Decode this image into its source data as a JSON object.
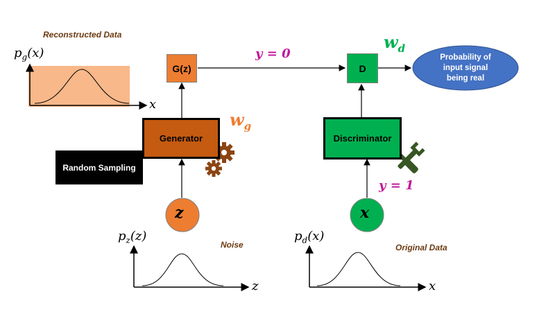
{
  "labels": {
    "reconstructed_data": "Reconstructed Data",
    "noise": "Noise",
    "original_data": "Original Data"
  },
  "boxes": {
    "gz": "G(z)",
    "d": "D",
    "generator": "Generator",
    "discriminator": "Discriminator",
    "random_sampling": "Random Sampling",
    "output_line1": "Probability of",
    "output_line2": "input signal",
    "output_line3": "being real"
  },
  "math": {
    "pg_main": "p",
    "pg_sub": "g",
    "pg_arg": "(x)",
    "pz_main": "p",
    "pz_sub": "z",
    "pz_arg": "(z)",
    "pd_main": "p",
    "pd_sub": "d",
    "pd_arg": "(x)",
    "x_axis_top": "x",
    "z_axis": "z",
    "x_axis_bottom": "x",
    "y0": "y = 0",
    "y1": "y = 1",
    "wg_main": "w",
    "wg_sub": "g",
    "wd_main": "w",
    "wd_sub": "d",
    "z_circle": "z",
    "x_circle": "x"
  },
  "colors": {
    "orange": "#ED7D31",
    "generator_brown": "#C55A11",
    "green": "#00B050",
    "blue": "#4472C4",
    "magenta": "#C0189C",
    "peach": "#F8B88A",
    "gear": "#8B4513",
    "tools": "#375623"
  },
  "icons": [
    "gear-icon",
    "wrench-screwdriver-icon"
  ]
}
